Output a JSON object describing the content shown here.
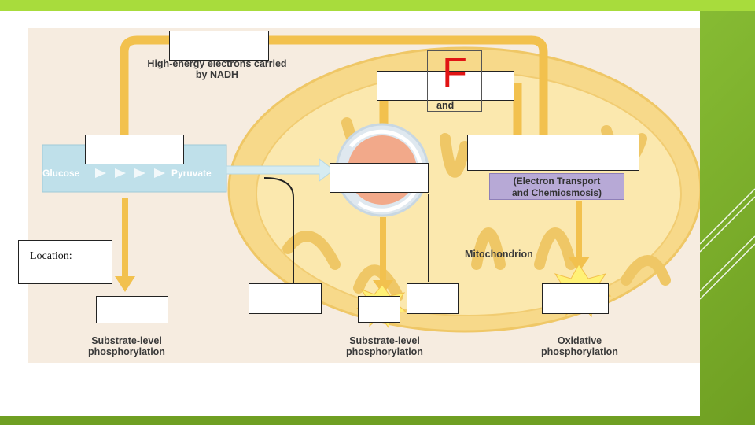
{
  "diagram": {
    "nadh_label": "High-energy electrons carried by NADH",
    "f_letter": "F",
    "and_text": "and",
    "glucose": "Glucose",
    "pyruvate": "Pyruvate",
    "etc_line1": "(Electron Transport",
    "etc_line2": "and Chemiosmosis)",
    "mitochondrion": "Mitochondrion",
    "location_label": "Location:",
    "bottom_left_line1": "Substrate-level",
    "bottom_left_line2": "phosphorylation",
    "bottom_mid_line1": "Substrate-level",
    "bottom_mid_line2": "phosphorylation",
    "bottom_right_line1": "Oxidative",
    "bottom_right_line2": "phosphorylation"
  },
  "colors": {
    "pathway": "#f2c14e",
    "mito_outer": "#f7d98a",
    "cycle_fill": "#f2a98a",
    "etc_box": "#b7a9d6",
    "glycolysis_box": "#bfe0ea"
  }
}
